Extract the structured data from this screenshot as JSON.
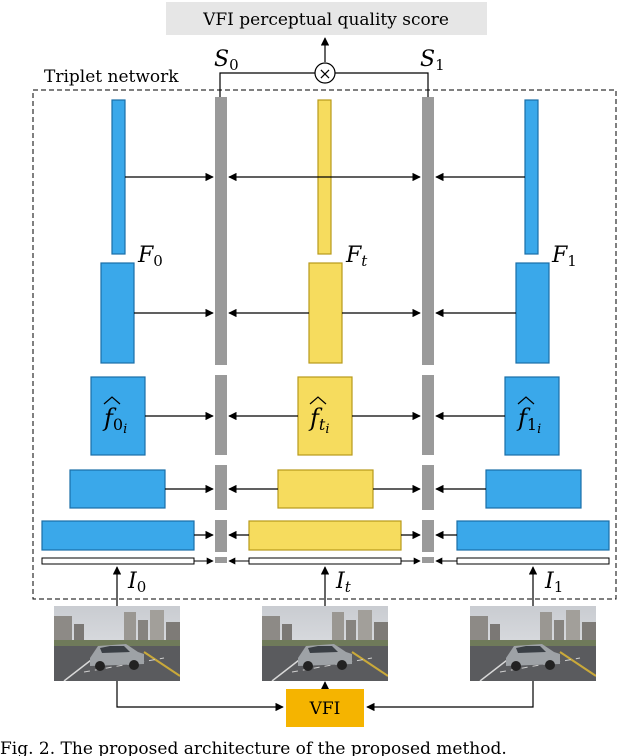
{
  "header": {
    "score_box_label": "VFI perceptual quality score",
    "triplet_label": "Triplet network",
    "s0_label": "S",
    "s0_sub": "0",
    "s1_label": "S",
    "s1_sub": "1",
    "multiply_symbol": "×"
  },
  "features": {
    "f0_label": "F",
    "f0_sub": "0",
    "ft_label": "F",
    "ft_sub": "t",
    "f1_label": "F",
    "f1_sub": "1",
    "f0i_label": "f",
    "f0i_sub": "0",
    "f0i_subsub": "i",
    "fti_label": "f",
    "fti_sub": "t",
    "fti_subsub": "i",
    "f1i_label": "f",
    "f1i_sub": "1",
    "f1i_subsub": "i"
  },
  "inputs": {
    "i0_label": "I",
    "i0_sub": "0",
    "it_label": "I",
    "it_sub": "t",
    "i1_label": "I",
    "i1_sub": "1"
  },
  "vfi": {
    "label": "VFI"
  },
  "caption": {
    "text": "Fig. 2.  The proposed architecture of the proposed method."
  },
  "colors": {
    "blue_fill": "#3aa8ea",
    "blue_stroke": "#1a6ea8",
    "yellow_fill": "#f6dc5e",
    "yellow_stroke": "#b89a1a",
    "gray_bar": "#9a9a9a",
    "vfi_fill": "#f5b400",
    "score_box": "#e6e6e6"
  }
}
